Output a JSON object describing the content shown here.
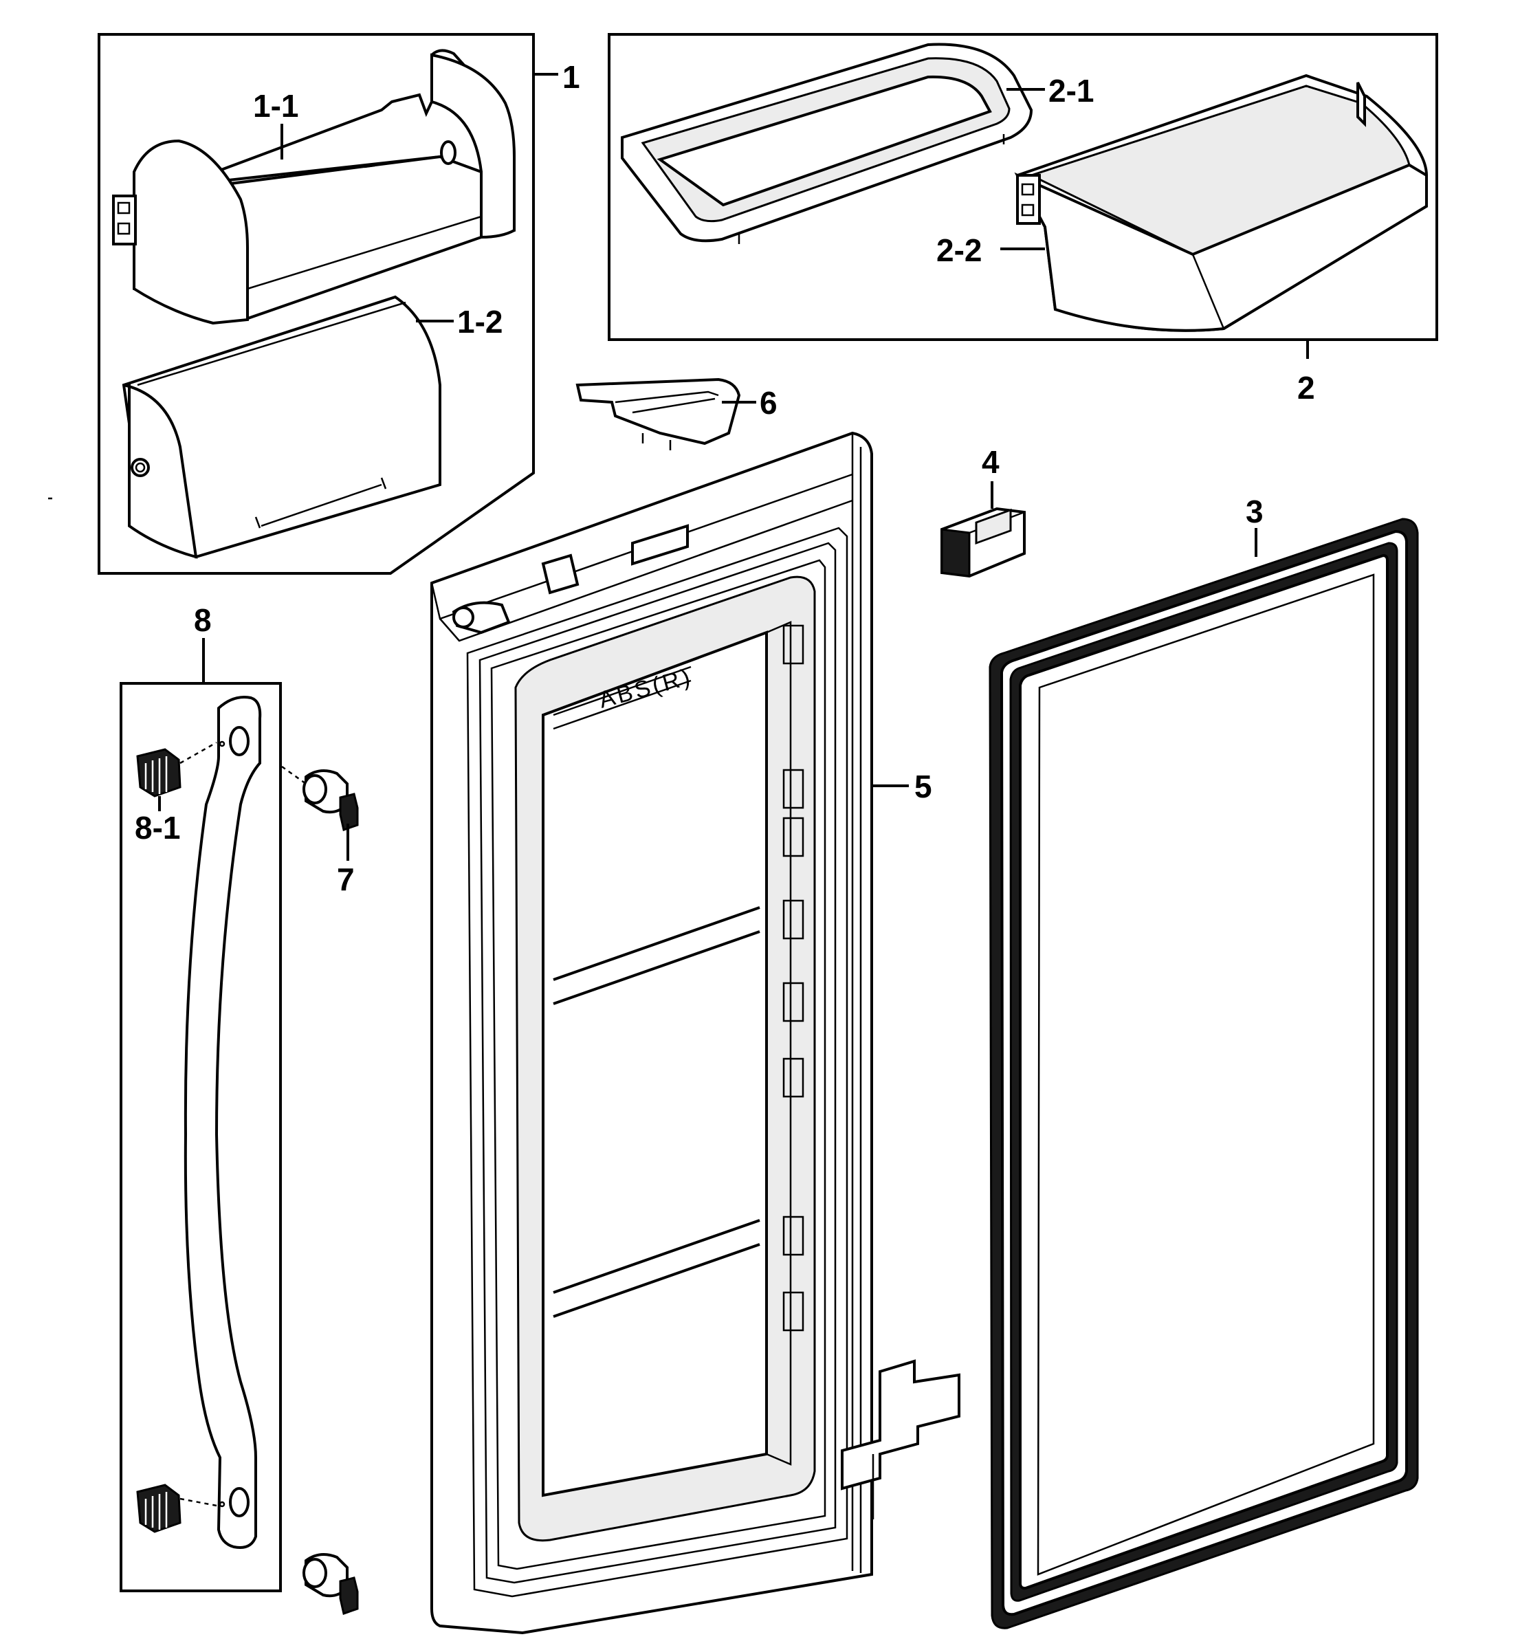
{
  "callouts": {
    "p1": "1",
    "p1_1": "1-1",
    "p1_2": "1-2",
    "p2": "2",
    "p2_1": "2-1",
    "p2_2": "2-2",
    "p3": "3",
    "p4": "4",
    "p5": "5",
    "p6": "6",
    "p7": "7",
    "p8": "8",
    "p8_1": "8-1"
  },
  "engraving": "ABS(R)",
  "colors": {
    "line": "#000000",
    "background": "#ffffff"
  }
}
